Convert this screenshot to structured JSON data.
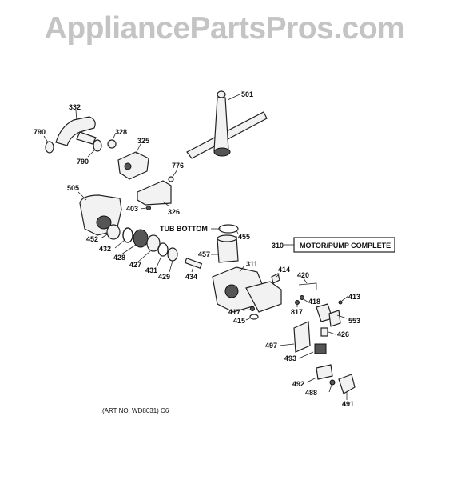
{
  "header": {
    "watermark": "AppliancePartsPros.com"
  },
  "labels": {
    "p501": "501",
    "p332": "332",
    "p790a": "790",
    "p790b": "790",
    "p328": "328",
    "p325": "325",
    "p776": "776",
    "p505": "505",
    "p326": "326",
    "p403": "403",
    "tub_bottom": "TUB BOTTOM",
    "p455": "455",
    "p310": "310",
    "motor_pump": "MOTOR/PUMP COMPLETE",
    "p452": "452",
    "p432": "432",
    "p428": "428",
    "p427": "427",
    "p431": "431",
    "p429": "429",
    "p434": "434",
    "p457": "457",
    "p311": "311",
    "p414": "414",
    "p420": "420",
    "p418": "418",
    "p413": "413",
    "p817": "817",
    "p417": "417",
    "p415": "415",
    "p553": "553",
    "p426": "426",
    "p497": "497",
    "p493": "493",
    "p492": "492",
    "p488": "488",
    "p491": "491"
  },
  "footer": {
    "art_no": "(ART NO. WD8031) C6"
  }
}
